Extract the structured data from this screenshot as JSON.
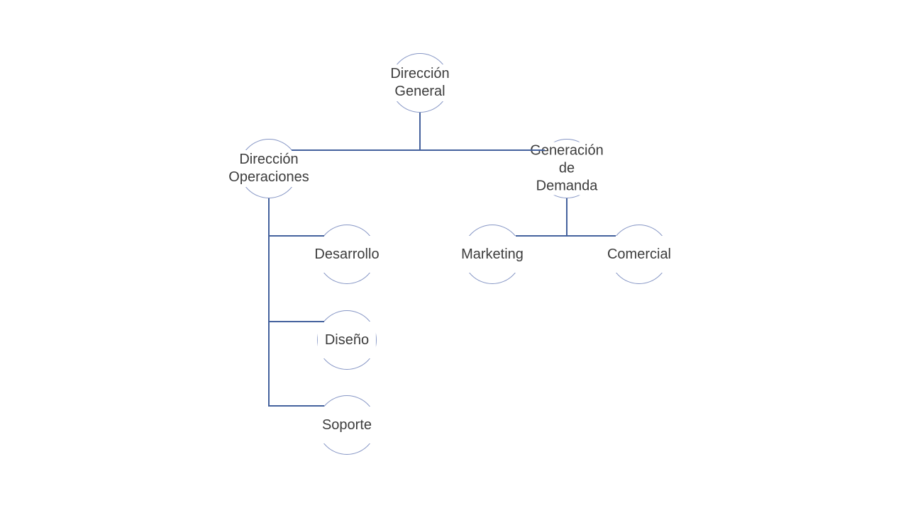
{
  "diagram": {
    "type": "org_chart",
    "background_color": "#ffffff",
    "styles": {
      "circle_outline_color": "#8696c5",
      "connector_color": "#44619d",
      "label_text_color": "#3c3c3c"
    },
    "nodes": {
      "direccion_general": {
        "label": "Dirección General",
        "level": 1
      },
      "direccion_operaciones": {
        "label": "Dirección\nOperaciones",
        "level": 2
      },
      "generacion_demanda": {
        "label": "Generación de\nDemanda",
        "level": 2
      },
      "desarrollo": {
        "label": "Desarrollo",
        "level": 3
      },
      "diseno": {
        "label": "Diseño",
        "level": 3
      },
      "soporte": {
        "label": "Soporte",
        "level": 3
      },
      "marketing": {
        "label": "Marketing",
        "level": 3
      },
      "comercial": {
        "label": "Comercial",
        "level": 3
      }
    },
    "edges": [
      {
        "from": "direccion_general",
        "to": "direccion_operaciones"
      },
      {
        "from": "direccion_general",
        "to": "generacion_demanda"
      },
      {
        "from": "direccion_operaciones",
        "to": "desarrollo"
      },
      {
        "from": "direccion_operaciones",
        "to": "diseno"
      },
      {
        "from": "direccion_operaciones",
        "to": "soporte"
      },
      {
        "from": "generacion_demanda",
        "to": "marketing"
      },
      {
        "from": "generacion_demanda",
        "to": "comercial"
      }
    ]
  }
}
